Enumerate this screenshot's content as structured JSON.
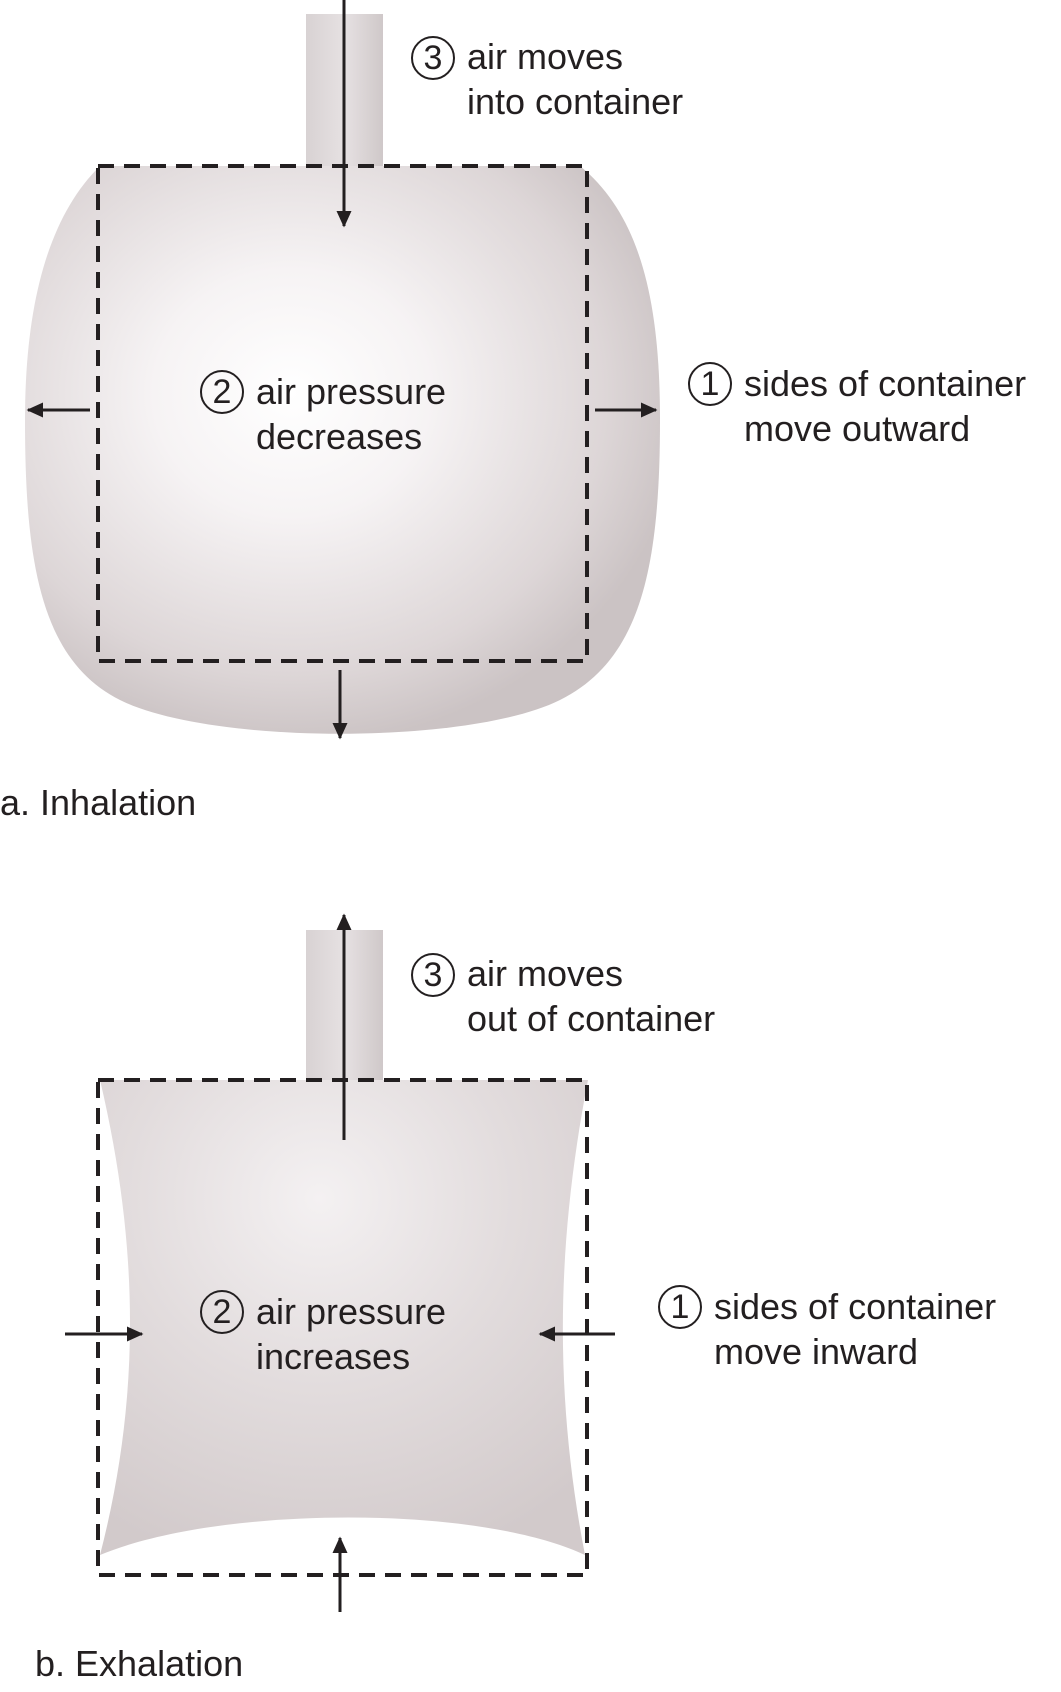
{
  "panels": {
    "inhalation": {
      "caption": "a. Inhalation",
      "step3": {
        "num": "3",
        "line1": "air moves",
        "line2": "into container"
      },
      "step2": {
        "num": "2",
        "line1": "air pressure",
        "line2": "decreases"
      },
      "step1": {
        "num": "1",
        "line1": "sides of container",
        "line2": "move outward"
      }
    },
    "exhalation": {
      "caption": "b. Exhalation",
      "step3": {
        "num": "3",
        "line1": "air moves",
        "line2": "out of container"
      },
      "step2": {
        "num": "2",
        "line1": "air pressure",
        "line2": "increases"
      },
      "step1": {
        "num": "1",
        "line1": "sides of container",
        "line2": "move inward"
      }
    }
  },
  "colors": {
    "container_light": "#fbf9fa",
    "container_mid": "#dcd5d6",
    "container_dark": "#c9c1c2",
    "line": "#231f20"
  }
}
